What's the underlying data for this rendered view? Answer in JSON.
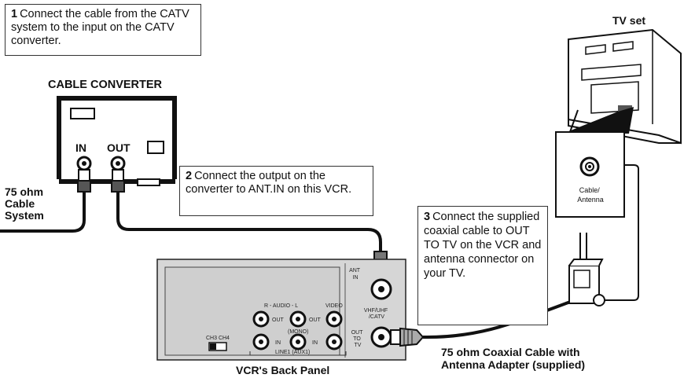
{
  "steps": [
    {
      "num": "1",
      "text": "Connect the cable from the CATV system to the input on the CATV converter."
    },
    {
      "num": "2",
      "text": "Connect the output on the converter to ANT.IN on this VCR."
    },
    {
      "num": "3",
      "text": "Connect the supplied coaxial cable to OUT TO TV on the VCR and antenna connector on your TV."
    }
  ],
  "labels": {
    "cable_converter": "CABLE CONVERTER",
    "converter_in": "IN",
    "converter_out": "OUT",
    "cable_system": "75 ohm\nCable\nSystem",
    "tv_set": "TV set",
    "cable_antenna": "Cable/\nAntenna",
    "coax_cable": "75 ohm Coaxial Cable with\nAntenna Adapter (supplied)",
    "vcr_back_panel": "VCR's Back Panel"
  },
  "vcr_panel": {
    "ant_in": "ANT\nIN",
    "vhf_uhf_catv": "VHF/UHF\n/CATV",
    "out_to_tv": "OUT\nTO\nTV",
    "audio": "R - AUDIO - L",
    "mono": "(MONO)",
    "video": "VIDEO",
    "out_left": "OUT",
    "out_right": "OUT",
    "in_left": "IN",
    "in_right": "IN",
    "line_aux": "LINE1 (AUX1)",
    "ch3_ch4": "CH3  CH4"
  }
}
